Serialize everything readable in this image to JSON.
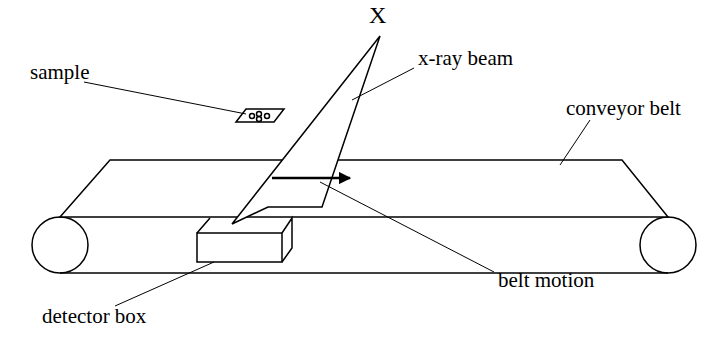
{
  "diagram": {
    "labels": [
      "X",
      "x-ray beam",
      "sample",
      "conveyor belt",
      "belt motion",
      "detector box"
    ]
  }
}
